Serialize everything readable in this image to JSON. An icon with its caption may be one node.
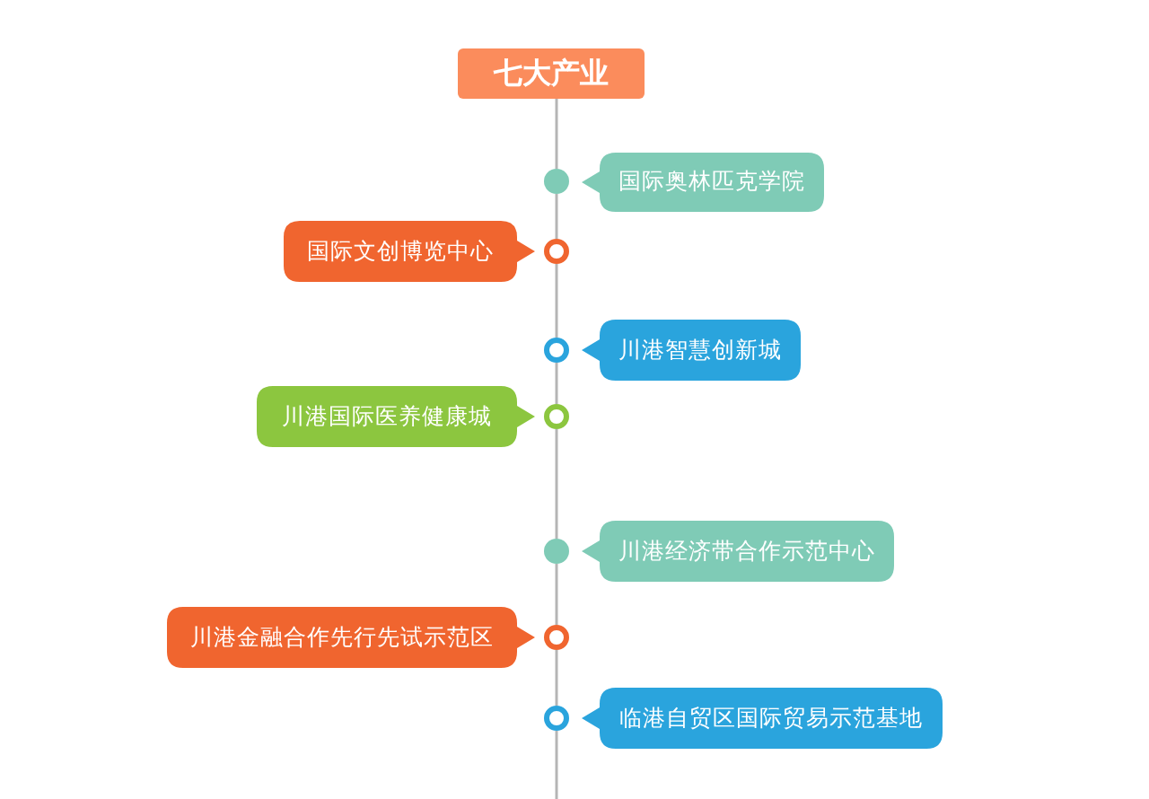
{
  "diagram": {
    "nodes": [
      {
        "text": [
          "七大产业"
        ]
      },
      {
        "text": [
          "国际奥林匹克学院"
        ]
      },
      {
        "text": [],
        "shape": "circle"
      },
      {
        "text": [
          "国际文创博览中心"
        ]
      },
      {
        "text": [],
        "shape": "circle"
      },
      {
        "text": [
          "川港智慧创新城"
        ]
      },
      {
        "text": [],
        "shape": "circle"
      },
      {
        "text": [
          "川港国际医养健康城"
        ]
      },
      {
        "text": [],
        "shape": "circle"
      },
      {
        "text": [
          "川港经济带合作示范中心"
        ]
      },
      {
        "text": [],
        "shape": "circle"
      },
      {
        "text": [
          "川港金融合作先行先试示范区"
        ]
      },
      {
        "text": [],
        "shape": "circle"
      },
      {
        "text": [
          "临港自贸区国际贸易示范基地"
        ]
      },
      {
        "text": [],
        "shape": "circle"
      }
    ],
    "edges": [
      {
        "from": 0,
        "to": 2,
        "arrow": "none"
      },
      {
        "from": 2,
        "to": 4,
        "arrow": "none"
      },
      {
        "from": 4,
        "to": 6,
        "arrow": "none"
      },
      {
        "from": 6,
        "to": 8,
        "arrow": "none"
      },
      {
        "from": 8,
        "to": 10,
        "arrow": "none"
      },
      {
        "from": 10,
        "to": 12,
        "arrow": "none"
      },
      {
        "from": 12,
        "to": 14,
        "arrow": "none"
      }
    ]
  }
}
